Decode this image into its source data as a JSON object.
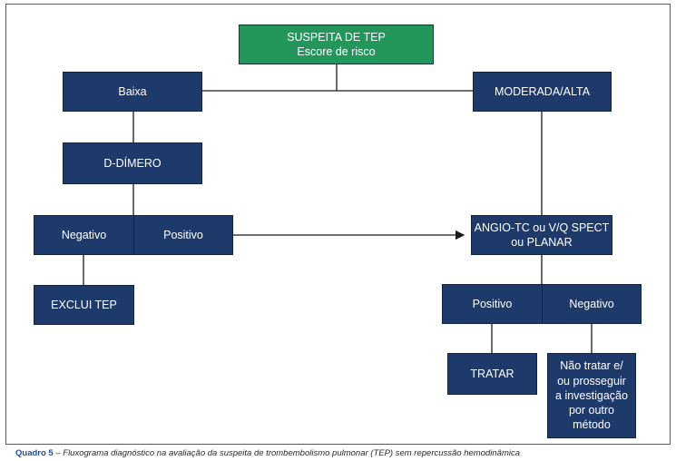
{
  "flowchart": {
    "top": "SUSPEITA DE TEP\nEscore de risco",
    "low": "Baixa",
    "high": "MODERADA/ALTA",
    "ddimer": "D-DÍMERO",
    "negative_left": "Negativo",
    "positive_left": "Positivo",
    "exclude": "EXCLUI TEP",
    "angio": "ANGIO-TC ou V/Q SPECT\nou PLANAR",
    "positive_right": "Positivo",
    "negative_right": "Negativo",
    "treat": "TRATAR",
    "no_treat": "Não tratar e/\nou prosseguir\na investigação\npor outro\nmétodo"
  },
  "caption": {
    "label": "Quadro 5",
    "separator": " – ",
    "text": "Fluxograma diagnóstico na avaliação da suspeita de trombembolismo pulmonar (TEP) sem repercussão hemodinâmica"
  },
  "colors": {
    "navy": "#1e3a6b",
    "green": "#23965b",
    "caption_label": "#1e4d9a"
  }
}
